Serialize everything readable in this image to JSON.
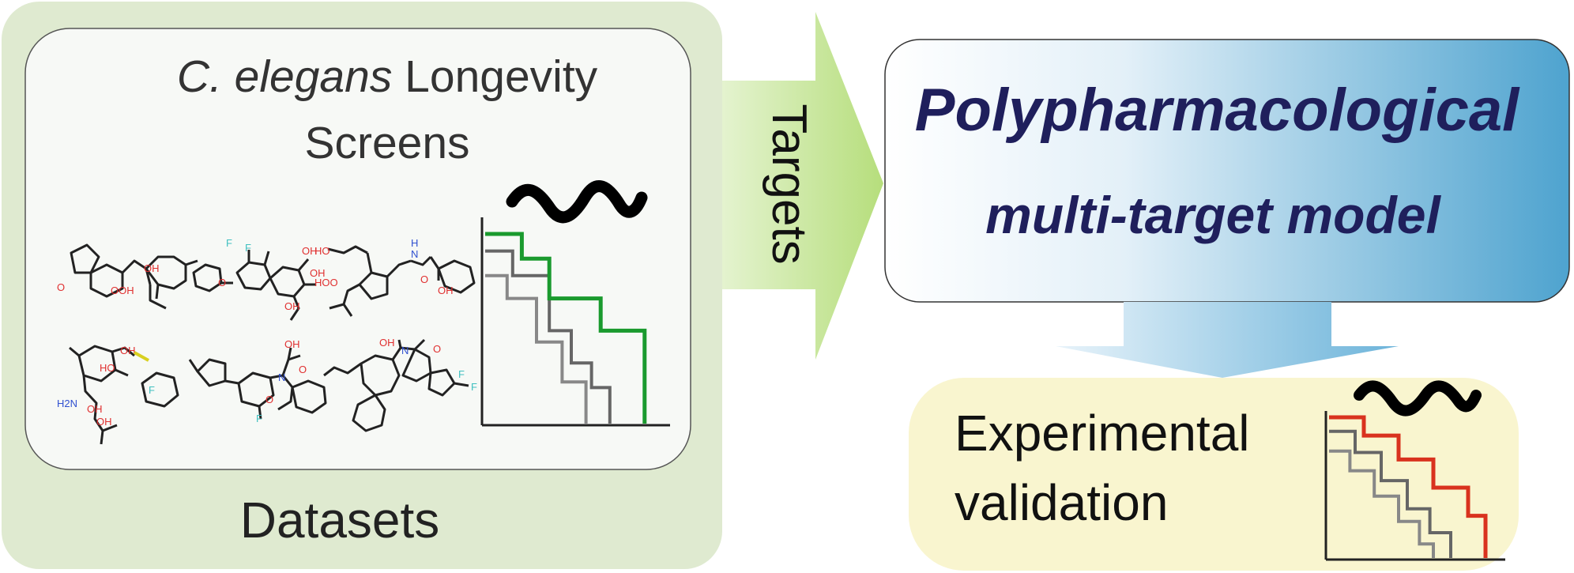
{
  "datasets_panel": {
    "title_italic": "C. elegans",
    "title_line1_rest": " Longevity",
    "title_line2": "Screens",
    "footer_label": "Datasets"
  },
  "arrow_label": "Targets",
  "model_box": {
    "line1": "Polypharmacological",
    "line2": "multi-target model"
  },
  "validation_box": {
    "line1": "Experimental",
    "line2": "validation"
  },
  "molecule_labels": {
    "hydroxyl": "OH",
    "carboxyl": "OOH",
    "oxygen": "O",
    "fluorine": "F",
    "nitrogen": "N",
    "hydrogen_amine": "H",
    "hydroxyl_ring": "HO",
    "acid_left": "HOO",
    "amine": "H2N"
  },
  "colors": {
    "outer_panel": "#dfead0",
    "inner_panel": "#f7f9f6",
    "arrow_fill": "#c5e597",
    "model_gradient_start": "#ffffff",
    "model_gradient_end": "#4ea3cf",
    "validation_fill": "#f9f5cf",
    "title_navy": "#1f1f5c",
    "survival_treated_green": "#1a9a2e",
    "survival_treated_red": "#d9321e",
    "survival_control": "#666666",
    "atom_oxygen": "#e03030",
    "atom_nitrogen": "#3050d0",
    "atom_fluorine": "#40c0c0",
    "atom_sulfur": "#d8d020"
  },
  "survival_curves": [
    {
      "name": "",
      "series": [
        {
          "role": "treated",
          "color": "#1a9a2e",
          "steps": [
            [
              0,
              1.0
            ],
            [
              0.2,
              1.0
            ],
            [
              0.2,
              0.87
            ],
            [
              0.35,
              0.87
            ],
            [
              0.35,
              0.66
            ],
            [
              0.63,
              0.66
            ],
            [
              0.63,
              0.49
            ],
            [
              0.87,
              0.49
            ],
            [
              0.87,
              0.0
            ]
          ]
        },
        {
          "role": "control-1",
          "color": "#666666",
          "steps": [
            [
              0,
              0.91
            ],
            [
              0.15,
              0.91
            ],
            [
              0.15,
              0.78
            ],
            [
              0.35,
              0.78
            ],
            [
              0.35,
              0.49
            ],
            [
              0.47,
              0.49
            ],
            [
              0.47,
              0.32
            ],
            [
              0.58,
              0.32
            ],
            [
              0.58,
              0.19
            ],
            [
              0.68,
              0.19
            ],
            [
              0.68,
              0.0
            ]
          ]
        },
        {
          "role": "control-2",
          "color": "#888888",
          "steps": [
            [
              0,
              0.78
            ],
            [
              0.12,
              0.78
            ],
            [
              0.12,
              0.66
            ],
            [
              0.28,
              0.66
            ],
            [
              0.28,
              0.43
            ],
            [
              0.42,
              0.43
            ],
            [
              0.42,
              0.22
            ],
            [
              0.55,
              0.22
            ],
            [
              0.55,
              0.0
            ]
          ]
        }
      ]
    },
    {
      "name": "",
      "series": [
        {
          "role": "treated",
          "color": "#d9321e",
          "steps": [
            [
              0,
              1.0
            ],
            [
              0.2,
              1.0
            ],
            [
              0.2,
              0.87
            ],
            [
              0.4,
              0.87
            ],
            [
              0.4,
              0.7
            ],
            [
              0.6,
              0.7
            ],
            [
              0.6,
              0.5
            ],
            [
              0.8,
              0.5
            ],
            [
              0.8,
              0.3
            ],
            [
              0.9,
              0.3
            ],
            [
              0.9,
              0.0
            ]
          ]
        },
        {
          "role": "control-1",
          "color": "#666666",
          "steps": [
            [
              0,
              0.9
            ],
            [
              0.15,
              0.9
            ],
            [
              0.15,
              0.75
            ],
            [
              0.3,
              0.75
            ],
            [
              0.3,
              0.55
            ],
            [
              0.45,
              0.55
            ],
            [
              0.45,
              0.35
            ],
            [
              0.58,
              0.35
            ],
            [
              0.58,
              0.18
            ],
            [
              0.7,
              0.18
            ],
            [
              0.7,
              0.0
            ]
          ]
        },
        {
          "role": "control-2",
          "color": "#888888",
          "steps": [
            [
              0,
              0.76
            ],
            [
              0.12,
              0.76
            ],
            [
              0.12,
              0.62
            ],
            [
              0.26,
              0.62
            ],
            [
              0.26,
              0.44
            ],
            [
              0.4,
              0.44
            ],
            [
              0.4,
              0.26
            ],
            [
              0.52,
              0.26
            ],
            [
              0.52,
              0.1
            ],
            [
              0.6,
              0.1
            ],
            [
              0.6,
              0.0
            ]
          ]
        }
      ]
    }
  ]
}
